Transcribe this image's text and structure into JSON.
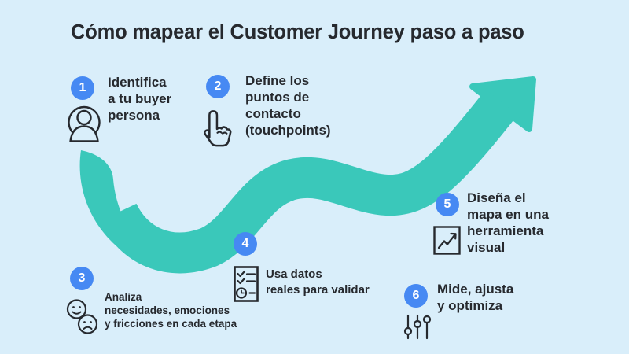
{
  "title": "Cómo mapear el Customer Journey paso a paso",
  "colors": {
    "background": "#d9eefa",
    "arrow_teal": "#3ac8ba",
    "badge_blue": "#4689f3",
    "text_dark": "#26292e",
    "badge_number_color": "#ffffff"
  },
  "arrow": {
    "name": "journey-trend-arrow",
    "shape": "s-curve wave rising to upper-right arrowhead"
  },
  "steps": [
    {
      "number": "1",
      "icon": "person-in-circle-icon",
      "lines": [
        "Identifica",
        "a tu buyer",
        "persona"
      ]
    },
    {
      "number": "2",
      "icon": "hand-pointer-icon",
      "lines": [
        "Define los",
        "puntos de",
        "contacto",
        "(touchpoints)"
      ]
    },
    {
      "number": "3",
      "icon": "emotions-faces-icon",
      "lines": [
        "Analiza",
        "necesidades, emociones",
        "y fricciones en cada etapa"
      ]
    },
    {
      "number": "4",
      "icon": "checklist-clock-icon",
      "lines": [
        "Usa datos",
        "reales para validar"
      ]
    },
    {
      "number": "5",
      "icon": "line-chart-icon",
      "lines": [
        "Diseña el",
        "mapa en una",
        "herramienta",
        "visual"
      ]
    },
    {
      "number": "6",
      "icon": "sliders-icon",
      "lines": [
        "Mide, ajusta",
        "y optimiza"
      ]
    }
  ]
}
